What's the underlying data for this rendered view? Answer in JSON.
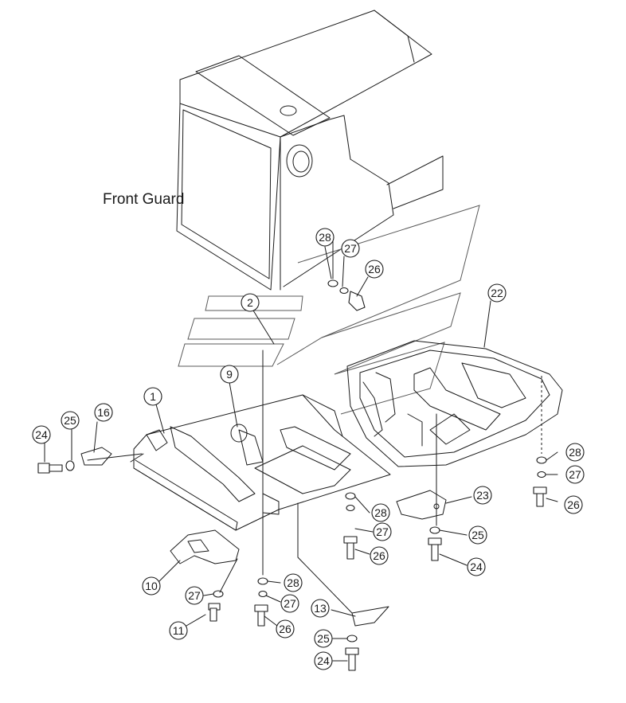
{
  "diagram": {
    "title": "Front Guard",
    "callouts": [
      {
        "id": "c28a",
        "label": "28"
      },
      {
        "id": "c27a",
        "label": "27"
      },
      {
        "id": "c26a",
        "label": "26"
      },
      {
        "id": "c2",
        "label": "2"
      },
      {
        "id": "c22",
        "label": "22"
      },
      {
        "id": "c9",
        "label": "9"
      },
      {
        "id": "c1",
        "label": "1"
      },
      {
        "id": "c16",
        "label": "16"
      },
      {
        "id": "c25a",
        "label": "25"
      },
      {
        "id": "c24a",
        "label": "24"
      },
      {
        "id": "c28b",
        "label": "28"
      },
      {
        "id": "c27b",
        "label": "27"
      },
      {
        "id": "c26b",
        "label": "26"
      },
      {
        "id": "c23",
        "label": "23"
      },
      {
        "id": "c28c",
        "label": "28"
      },
      {
        "id": "c27c",
        "label": "27"
      },
      {
        "id": "c26c",
        "label": "26"
      },
      {
        "id": "c25b",
        "label": "25"
      },
      {
        "id": "c24b",
        "label": "24"
      },
      {
        "id": "c10",
        "label": "10"
      },
      {
        "id": "c27d",
        "label": "27"
      },
      {
        "id": "c11",
        "label": "11"
      },
      {
        "id": "c28d",
        "label": "28"
      },
      {
        "id": "c27e",
        "label": "27"
      },
      {
        "id": "c26d",
        "label": "26"
      },
      {
        "id": "c13",
        "label": "13"
      },
      {
        "id": "c25c",
        "label": "25"
      },
      {
        "id": "c24c",
        "label": "24"
      }
    ]
  }
}
